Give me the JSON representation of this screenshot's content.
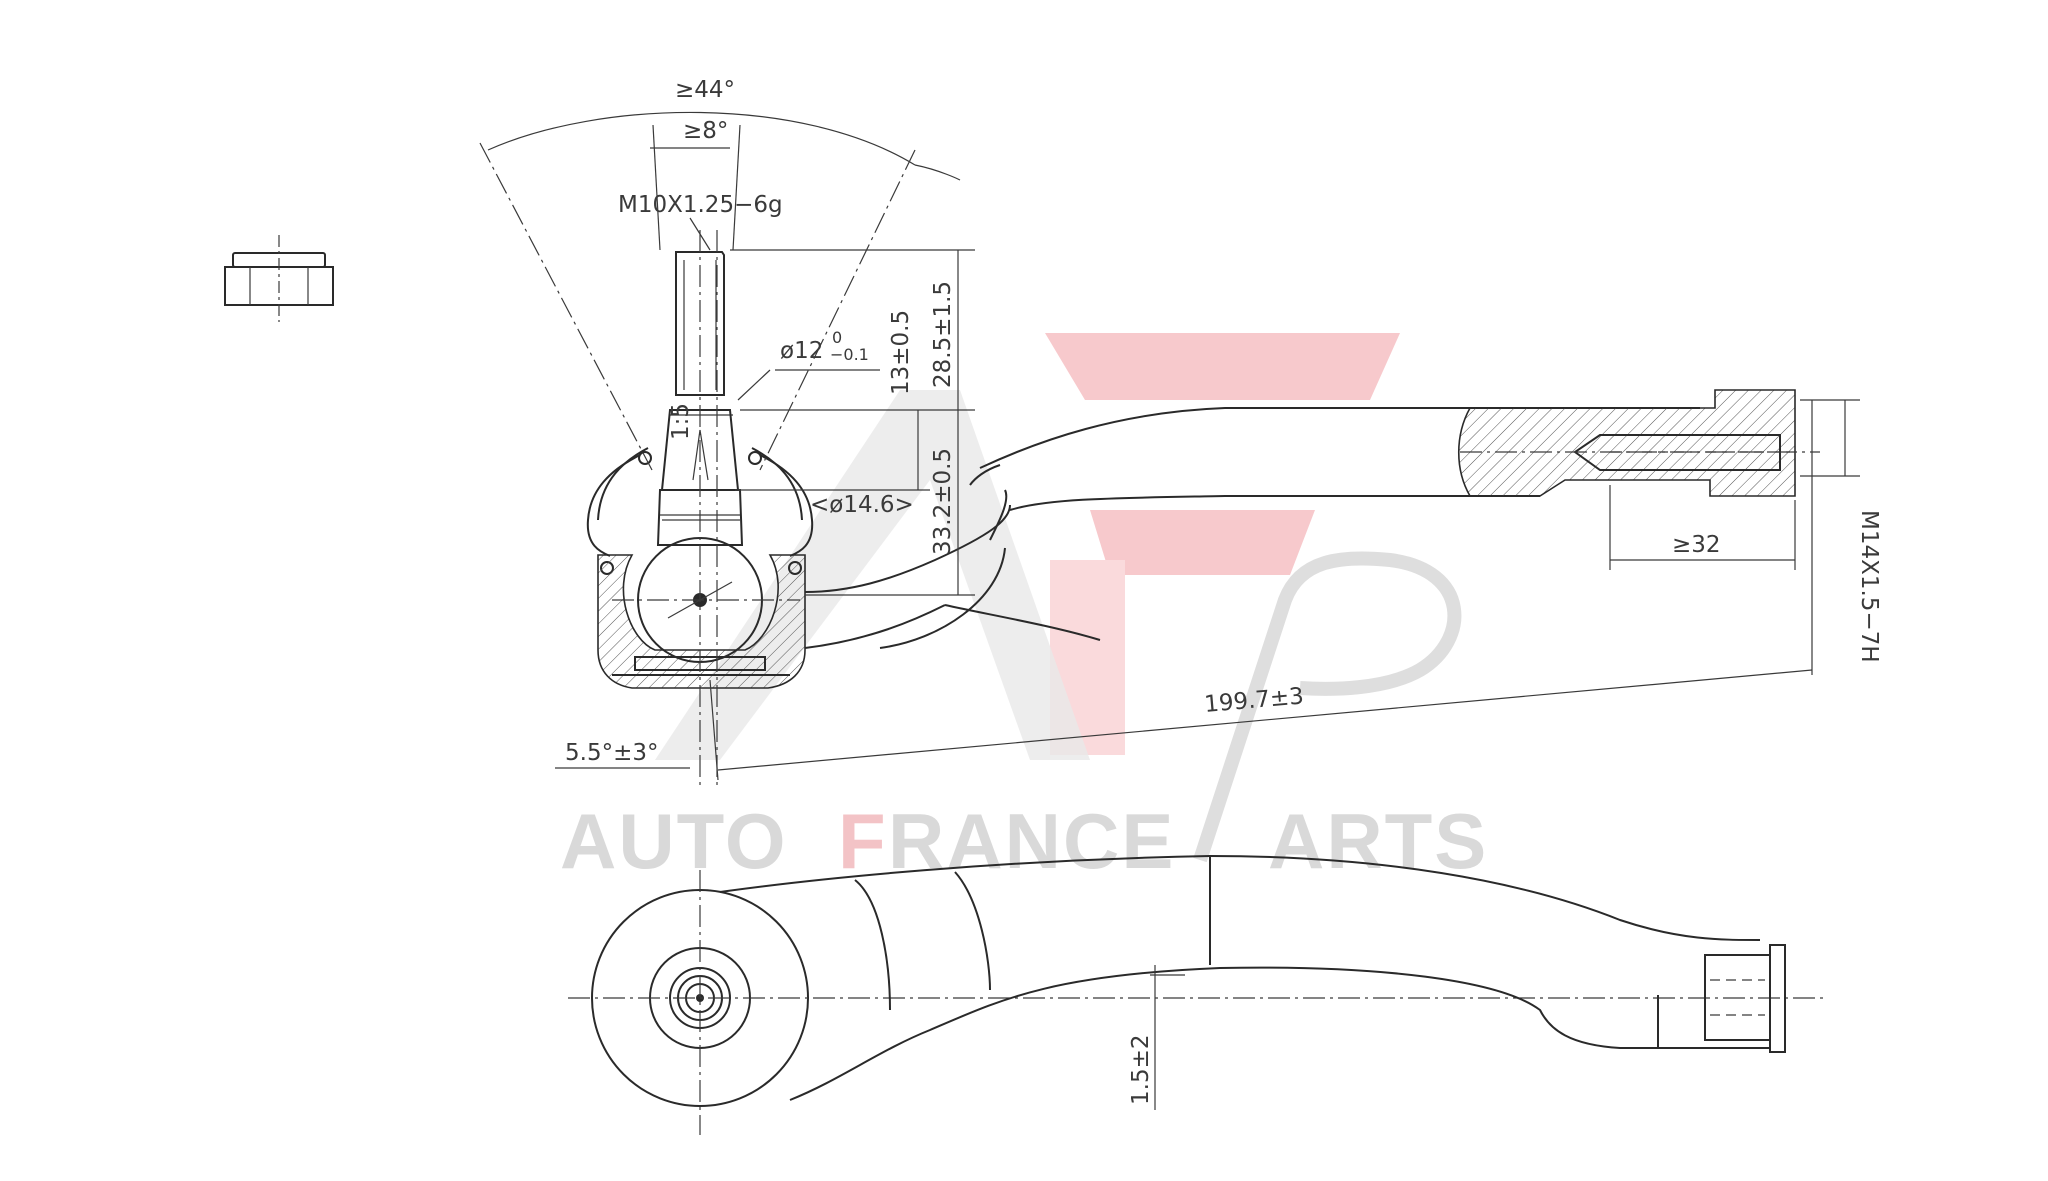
{
  "watermark": {
    "part_auto": "AUTO",
    "part_f": "F",
    "part_rance": "RANCE",
    "part_arts": "ARTS",
    "colors": {
      "red": "#e8343c",
      "grey": "#d0d0d0"
    }
  },
  "dimensions": {
    "angle_outer": "≥44°",
    "angle_inner": "≥8°",
    "stud_thread": "M10X1.25−6g",
    "stud_diameter": "ø12",
    "stud_diameter_tol_upper": "0",
    "stud_diameter_tol_lower": "−0.1",
    "taper_length": "13±0.5",
    "stud_height": "28.5±1.5",
    "taper_ratio": "1:5",
    "boot_diameter": "<ø14.6>",
    "ball_height": "33.2±0.5",
    "thread_depth": "≥32",
    "inner_thread": "M14X1.5−7H",
    "overall_length": "199.7±3",
    "tilt_angle": "5.5°±3°",
    "offset": "1.5±2"
  }
}
